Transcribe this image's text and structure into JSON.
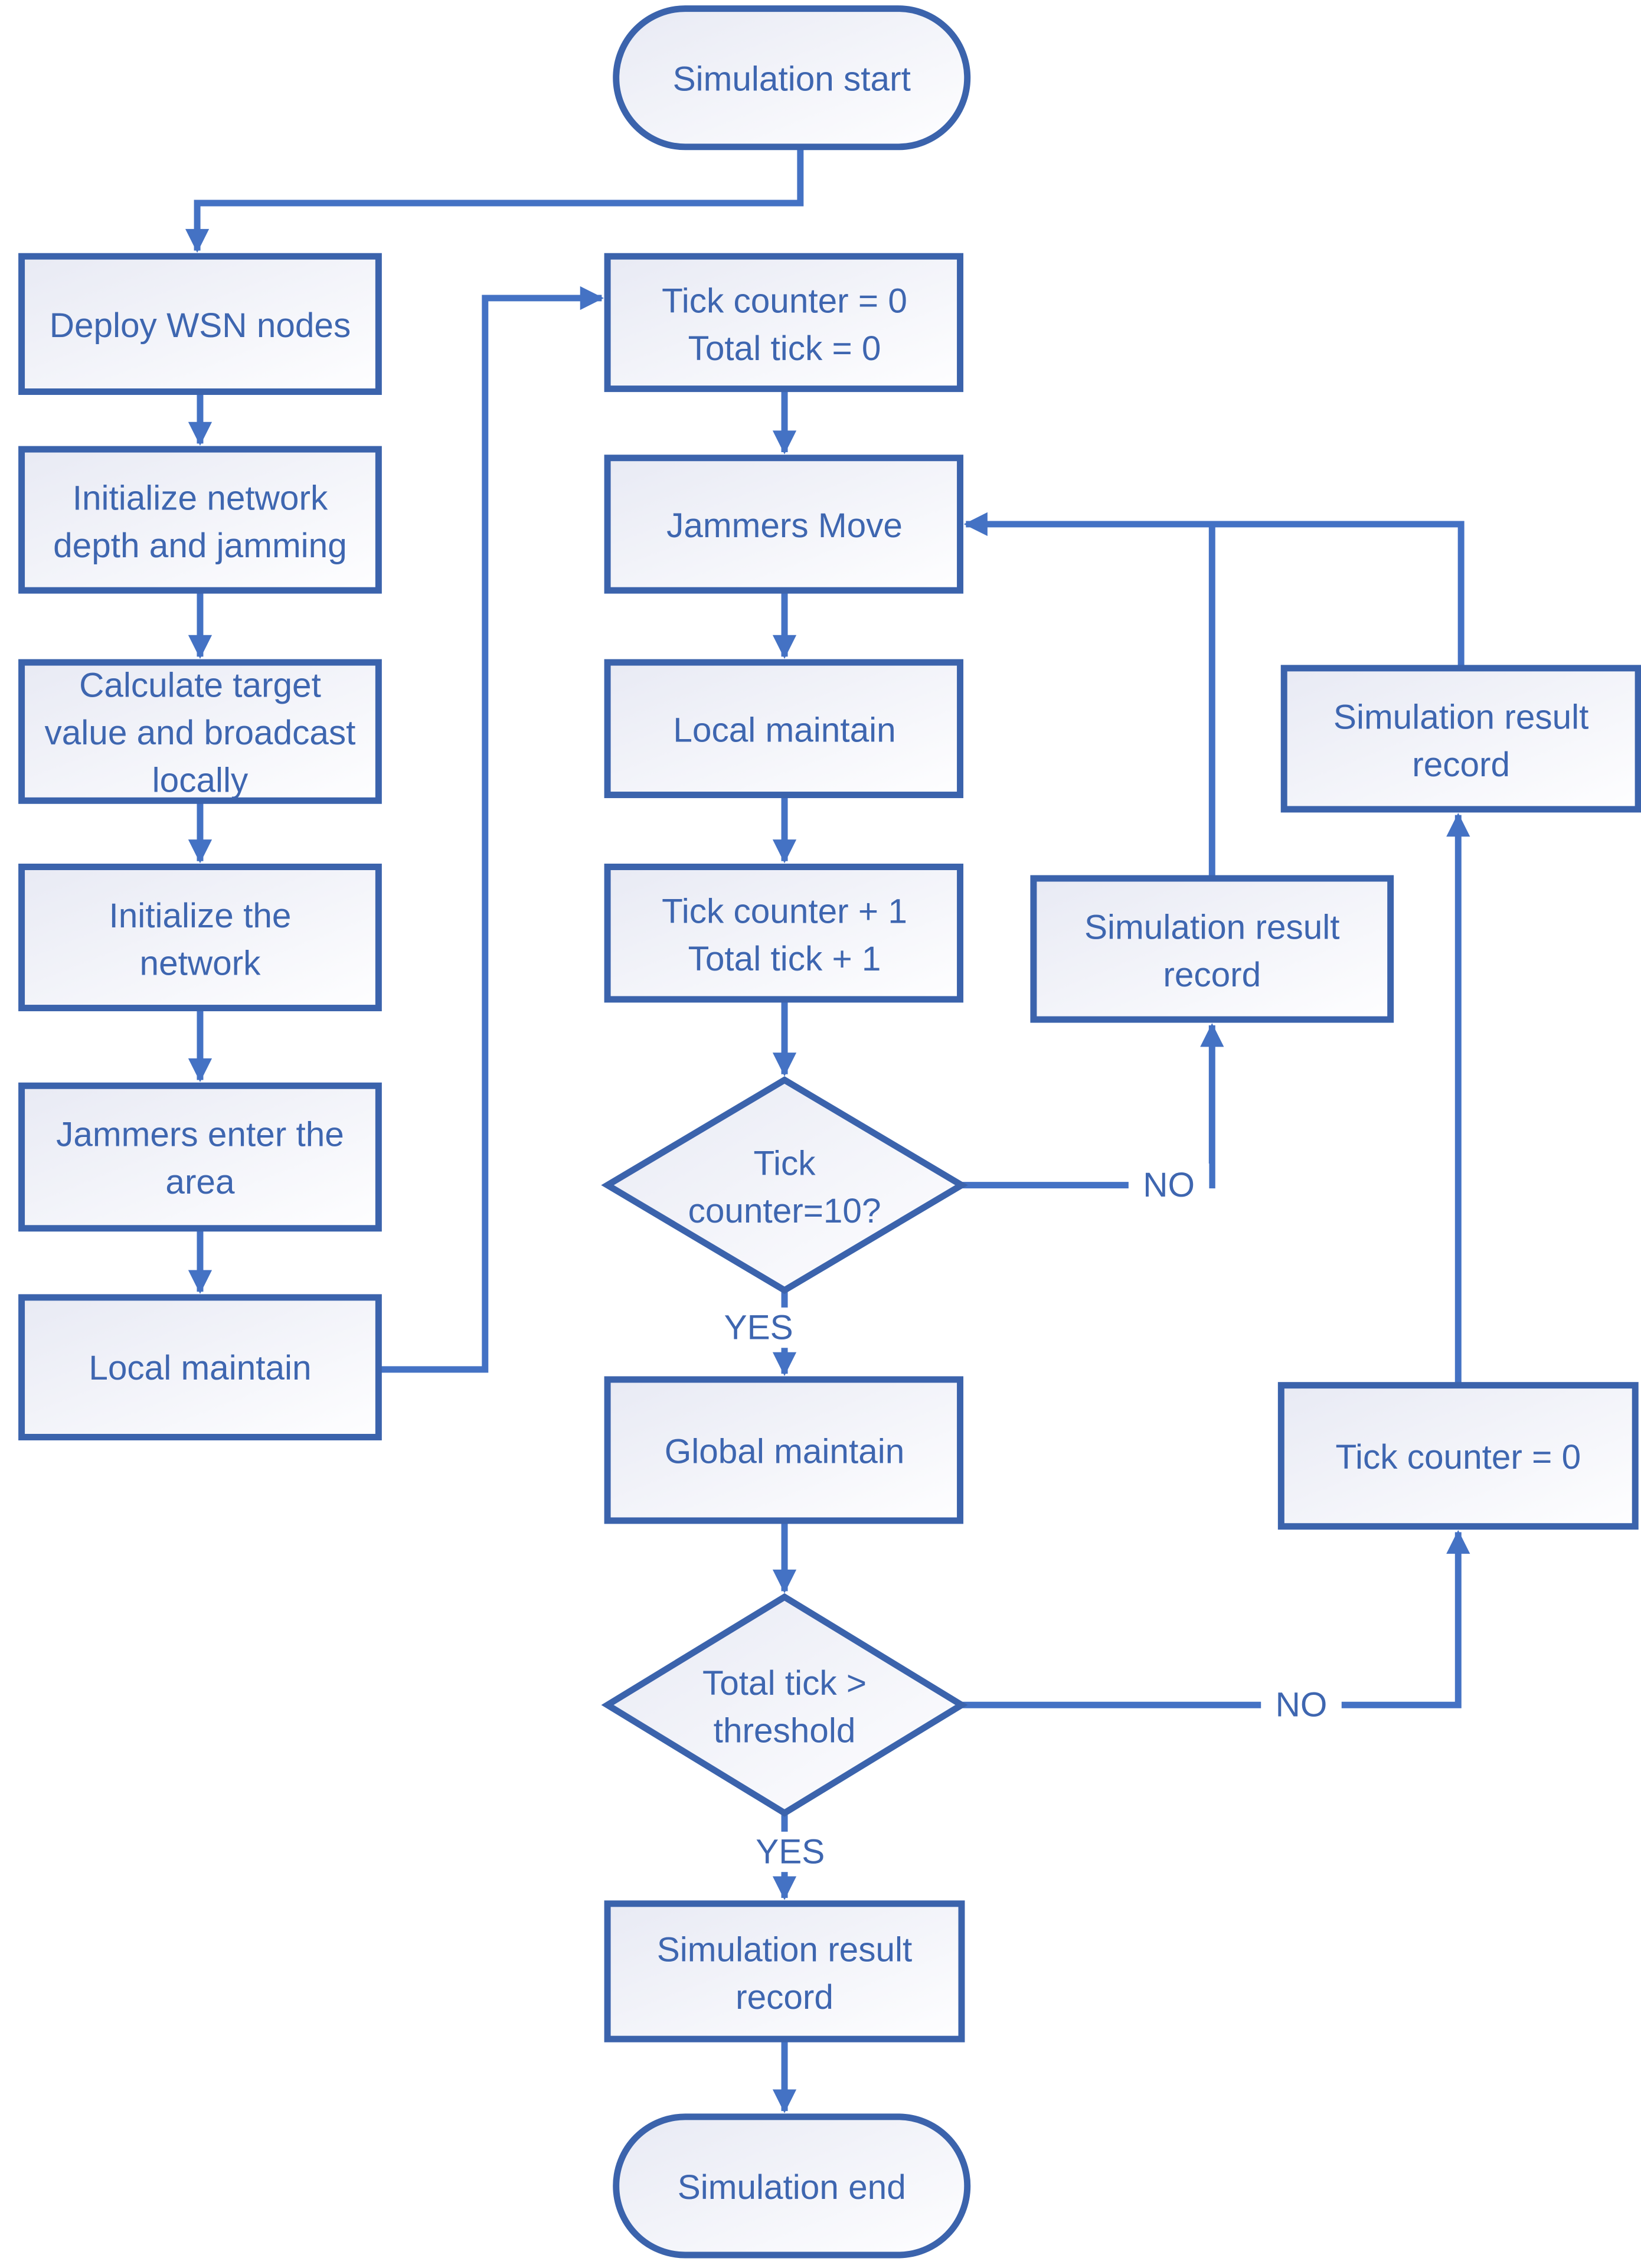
{
  "diagram": {
    "nodes": {
      "start": {
        "type": "terminator",
        "label": "Simulation start"
      },
      "deploy": {
        "type": "process",
        "lines": [
          "Deploy WSN nodes"
        ]
      },
      "init_depth": {
        "type": "process",
        "lines": [
          "Initialize network",
          "depth and jamming"
        ]
      },
      "calc_target": {
        "type": "process",
        "lines": [
          "Calculate target",
          "value and broadcast",
          "locally"
        ]
      },
      "init_network": {
        "type": "process",
        "lines": [
          "Initialize the",
          "network"
        ]
      },
      "jammers_enter": {
        "type": "process",
        "lines": [
          "Jammers enter the",
          "area"
        ]
      },
      "local_maintain_left": {
        "type": "process",
        "lines": [
          "Local maintain"
        ]
      },
      "tick_reset_top": {
        "type": "process",
        "lines": [
          "Tick counter = 0",
          "Total tick = 0"
        ]
      },
      "jammers_move": {
        "type": "process",
        "lines": [
          "Jammers Move"
        ]
      },
      "local_maintain_mid": {
        "type": "process",
        "lines": [
          "Local maintain"
        ]
      },
      "tick_inc": {
        "type": "process",
        "lines": [
          "Tick counter + 1",
          "Total tick + 1"
        ]
      },
      "decision_tick": {
        "type": "decision",
        "lines": [
          "Tick",
          "counter=10?"
        ]
      },
      "global_maintain": {
        "type": "process",
        "lines": [
          "Global maintain"
        ]
      },
      "decision_total": {
        "type": "decision",
        "lines": [
          "Total tick >",
          "threshold"
        ]
      },
      "sim_result_loop": {
        "type": "process",
        "lines": [
          "Simulation result",
          "record"
        ]
      },
      "sim_result_outer": {
        "type": "process",
        "lines": [
          "Simulation result",
          "record"
        ]
      },
      "tick_reset_right": {
        "type": "process",
        "lines": [
          "Tick counter = 0"
        ]
      },
      "sim_result_final": {
        "type": "process",
        "lines": [
          "Simulation result",
          "record"
        ]
      },
      "end": {
        "type": "terminator",
        "label": "Simulation end"
      }
    },
    "edge_labels": {
      "no_tick": "NO",
      "yes_tick": "YES",
      "no_total": "NO",
      "yes_total": "YES"
    },
    "colors": {
      "shape_border": "#3B63AC",
      "connector": "#4472C4",
      "text": "#3E66B0",
      "fill_light": "#E8EAF4",
      "fill_white": "#FEFEFF",
      "background": "#FFFFFF"
    }
  }
}
